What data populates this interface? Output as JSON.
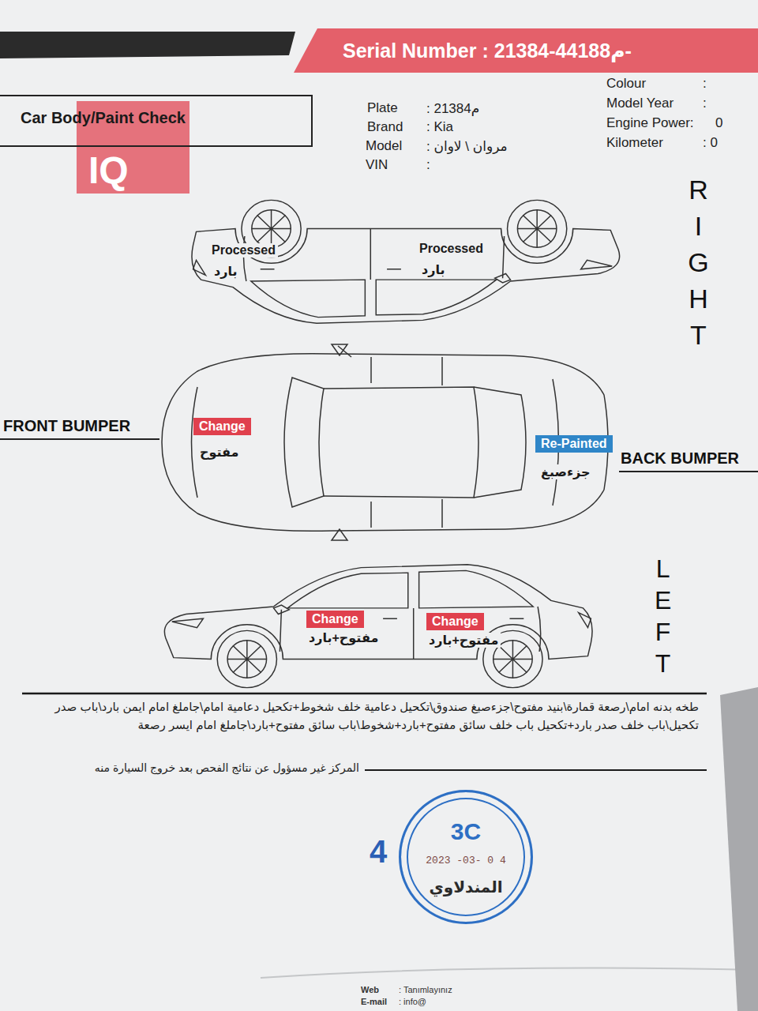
{
  "diagram": {
    "nodes": [
      {
        "text": [
          "Serial Number : م44188-21384-"
        ]
      },
      {
        "text": [
          "Car Body/Paint Check"
        ]
      },
      {
        "text": [
          "Change"
        ]
      },
      {
        "text": [
          "Re-Painted"
        ]
      },
      {
        "text": [
          "Change"
        ]
      },
      {
        "text": [
          "Change"
        ]
      },
      {
        "text": [
          "3C",
          "2023 -03- 0 4",
          "المندلاوي"
        ]
      }
    ],
    "labels": [
      "IQ",
      "Plate",
      ": م21384",
      "Brand",
      ": Kia",
      "Model",
      ": مروان \\ لاوان",
      "VIN",
      ":",
      "Colour",
      ":",
      "Model Year",
      ":",
      "Engine Power:",
      "0",
      "Kilometer",
      ": 0",
      "RIGHT",
      "Processed",
      "بارد",
      "Processed",
      "بارد",
      "FRONT BUMPER",
      "مفتوح",
      "جزءصبغ",
      "BACK BUMPER",
      "LEFT",
      "مفتوح+بارد",
      "مفتوح+بارد",
      "طخه بدنه امام\\رصعة قمارة\\بنيد مفتوح\\جزءصبغ صندوق\\تكحيل دعامية خلف شخوط+تكحيل دعامية امام\\جاملغ امام ايمن بارد\\باب صدر تكحيل\\باب خلف صدر بارد+تكحيل باب خلف سائق مفتوح+بارد+شخوط\\باب سائق مفتوح+بارد\\جاملغ امام ايسر رصعة",
      "المركز غير مسؤول عن نتائج الفحص بعد خروج السيارة منه",
      "4",
      "Web",
      ": Tanımlayınız",
      "E-mail",
      ": info@"
    ]
  }
}
